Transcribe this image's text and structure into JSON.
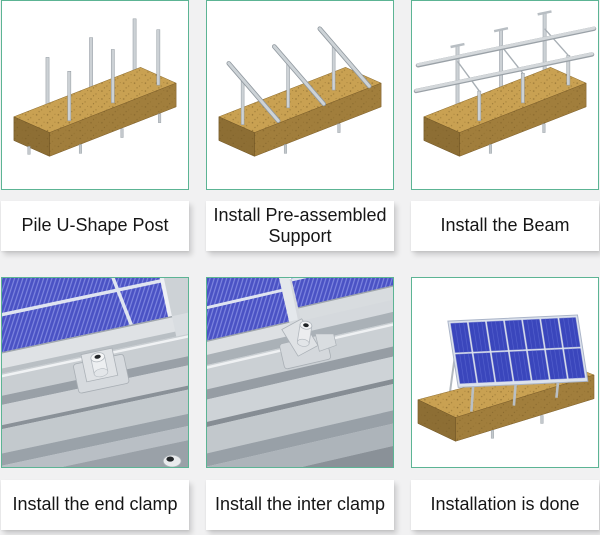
{
  "page": {
    "background_color": "#f1f1f2",
    "panel_border_color": "#5cb494",
    "caption_background": "#ffffff",
    "caption_text_color": "#161616"
  },
  "steps": [
    {
      "caption": "Pile U-Shape Post",
      "image_alt": "ground-strip-with-u-shape-posts"
    },
    {
      "caption": "Install Pre-assembled Support",
      "image_alt": "ground-strip-with-pre-assembled-supports"
    },
    {
      "caption": "Install the Beam",
      "image_alt": "ground-strip-with-beams-installed"
    },
    {
      "caption": "Install the end clamp",
      "image_alt": "end-clamp-closeup-on-rail"
    },
    {
      "caption": "Install the inter clamp",
      "image_alt": "inter-clamp-closeup-between-panels"
    },
    {
      "caption": "Installation is done",
      "image_alt": "completed-solar-array-on-ground-strip"
    }
  ],
  "colors": {
    "solar_panel_blue": "#4a52c4",
    "solar_cell_blue": "#3a46bc",
    "wood_top": "#c9a152",
    "wood_front": "#a17e3c",
    "metal_gray": "#c9ced3"
  }
}
